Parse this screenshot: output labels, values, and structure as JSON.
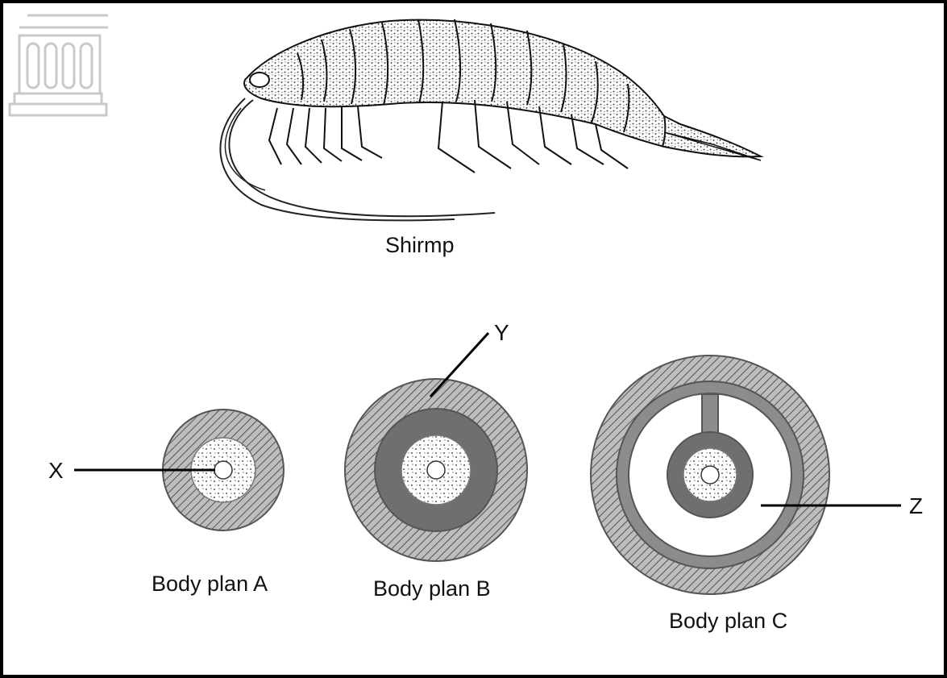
{
  "title": "",
  "shrimp": {
    "caption": "Shirmp"
  },
  "body_plans": [
    {
      "id": "A",
      "caption": "Body plan A"
    },
    {
      "id": "B",
      "caption": "Body plan B"
    },
    {
      "id": "C",
      "caption": "Body plan C"
    }
  ],
  "pointer_labels": {
    "x": "X",
    "y": "Y",
    "z": "Z"
  },
  "colors": {
    "frame": "#000000",
    "outer_layer": "#8c8c8c",
    "middle_layer": "#6f6f6f",
    "gut_fill": "#e6e6e6",
    "stipple": "#555555"
  }
}
